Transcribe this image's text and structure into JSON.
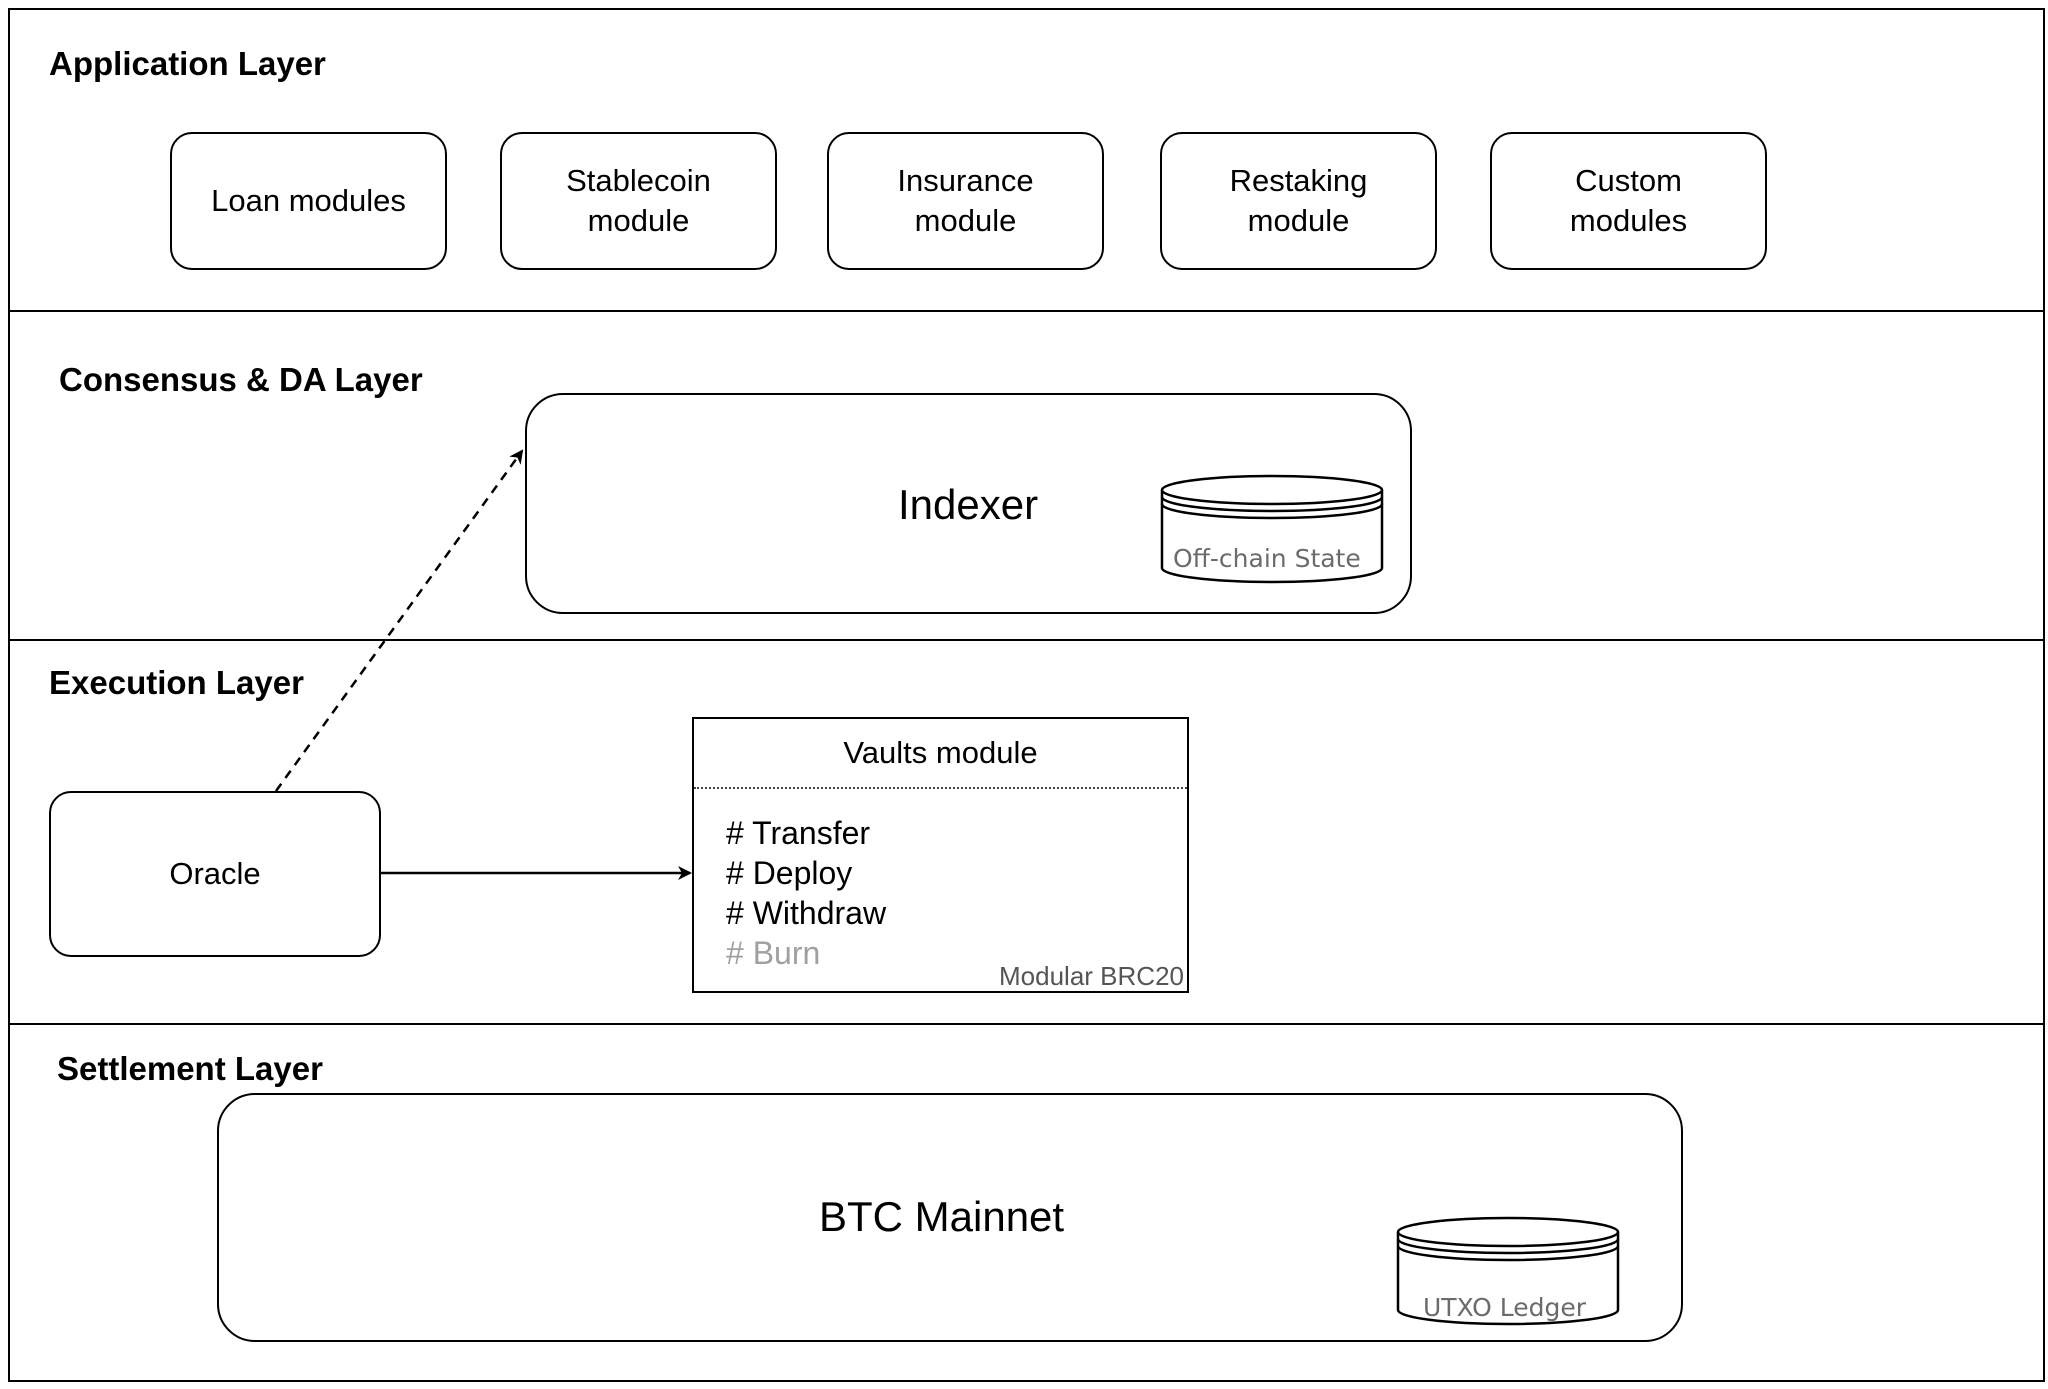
{
  "layers": {
    "application": {
      "title": "Application Layer",
      "modules": [
        "Loan modules",
        "Stablecoin module",
        "Insurance module",
        "Restaking module",
        "Custom modules"
      ]
    },
    "consensus": {
      "title": "Consensus & DA Layer",
      "indexer": {
        "label": "Indexer",
        "store_label": "Off-chain State"
      }
    },
    "execution": {
      "title": "Execution Layer",
      "oracle_label": "Oracle",
      "vaults": {
        "title": "Vaults module",
        "items": [
          "# Transfer",
          "# Deploy",
          "# Withdraw",
          "# Burn"
        ],
        "caption": "Modular BRC20"
      }
    },
    "settlement": {
      "title": "Settlement Layer",
      "mainnet": {
        "label": "BTC Mainnet",
        "store_label": "UTXO Ledger"
      }
    }
  },
  "connectors": [
    {
      "from": "Oracle",
      "to": "Indexer",
      "style": "dashed"
    },
    {
      "from": "Oracle",
      "to": "Vaults module",
      "style": "solid"
    }
  ],
  "colors": {
    "line": "#000000",
    "muted_text": "#6b6b6b",
    "disabled_item": "#a0a0a0"
  }
}
